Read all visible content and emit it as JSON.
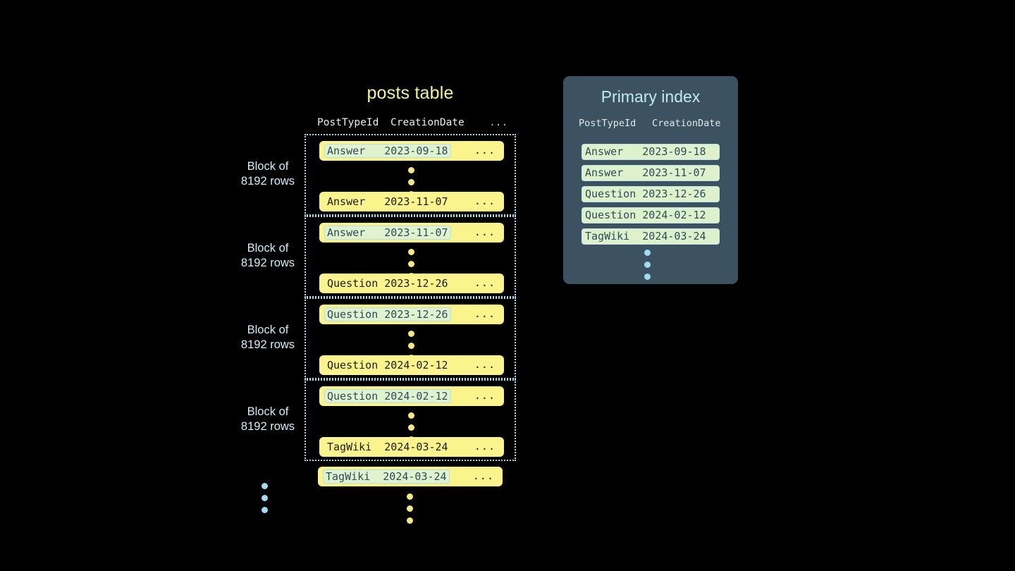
{
  "background": "#000000",
  "accents": {
    "yellow_row": "#fbf48d",
    "title_yellow": "#f2f59a",
    "highlight_green": "#dff3cf",
    "light_blue": "#a5dbe8",
    "panel_slate": "#3d5260",
    "dot_yellow": "#f3ea84",
    "dot_blue": "#9fdcf2"
  },
  "posts_table": {
    "title": "posts table",
    "columns": [
      "PostTypeId",
      "CreationDate",
      "..."
    ],
    "ellipsis_cell": "...",
    "block_label": "Block of\n8192 rows",
    "block_label_line1": "Block of",
    "block_label_line2": "8192 rows",
    "blocks": [
      {
        "label_line1": "Block of",
        "label_line2": "8192 rows",
        "first_row": {
          "post_type_id": "Answer",
          "creation_date": "2023-09-18",
          "tail": "...",
          "highlighted": true
        },
        "last_row": {
          "post_type_id": "Answer",
          "creation_date": "2023-11-07",
          "tail": "...",
          "highlighted": false
        }
      },
      {
        "label_line1": "Block of",
        "label_line2": "8192 rows",
        "first_row": {
          "post_type_id": "Answer",
          "creation_date": "2023-11-07",
          "tail": "...",
          "highlighted": true
        },
        "last_row": {
          "post_type_id": "Question",
          "creation_date": "2023-12-26",
          "tail": "...",
          "highlighted": false
        }
      },
      {
        "label_line1": "Block of",
        "label_line2": "8192 rows",
        "first_row": {
          "post_type_id": "Question",
          "creation_date": "2023-12-26",
          "tail": "...",
          "highlighted": true
        },
        "last_row": {
          "post_type_id": "Question",
          "creation_date": "2024-02-12",
          "tail": "...",
          "highlighted": false
        }
      },
      {
        "label_line1": "Block of",
        "label_line2": "8192 rows",
        "first_row": {
          "post_type_id": "Question",
          "creation_date": "2024-02-12",
          "tail": "...",
          "highlighted": true
        },
        "last_row": {
          "post_type_id": "TagWiki",
          "creation_date": "2024-03-24",
          "tail": "...",
          "highlighted": false
        }
      }
    ],
    "trailing_row": {
      "post_type_id": "TagWiki",
      "creation_date": "2024-03-24",
      "tail": "...",
      "highlighted": true
    }
  },
  "primary_index": {
    "title": "Primary index",
    "columns": [
      "PostTypeId",
      "CreationDate"
    ],
    "rows": [
      {
        "post_type_id": "Answer",
        "creation_date": "2023-09-18"
      },
      {
        "post_type_id": "Answer",
        "creation_date": "2023-11-07"
      },
      {
        "post_type_id": "Question",
        "creation_date": "2023-12-26"
      },
      {
        "post_type_id": "Question",
        "creation_date": "2024-02-12"
      },
      {
        "post_type_id": "TagWiki",
        "creation_date": "2024-03-24"
      }
    ]
  }
}
